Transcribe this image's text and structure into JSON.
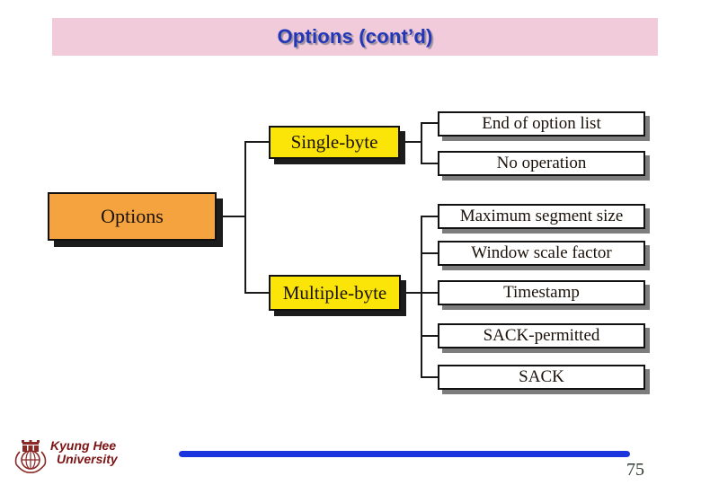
{
  "slide": {
    "title": "Options (cont’d)",
    "page_number": "75",
    "footer": {
      "org_line1": "Kyung Hee",
      "org_line2": "University"
    }
  },
  "diagram": {
    "root": {
      "label": "Options"
    },
    "branches": [
      {
        "label": "Single-byte",
        "children": [
          "End of option list",
          "No operation"
        ]
      },
      {
        "label": "Multiple-byte",
        "children": [
          "Maximum segment size",
          "Window scale factor",
          "Timestamp",
          "SACK-permitted",
          "SACK"
        ]
      }
    ]
  },
  "colors": {
    "title_bar_bg": "#f2cbda",
    "title_text": "#2236b8",
    "root_box_fill": "#f4a33e",
    "branch_box_fill": "#fbe509",
    "leaf_box_fill": "#ffffff",
    "connector": "#1a1a1a",
    "footer_accent_line": "#1a35dd",
    "university_text": "#7c1416"
  },
  "icons": {
    "university_crest": "kyung-hee-crest"
  }
}
